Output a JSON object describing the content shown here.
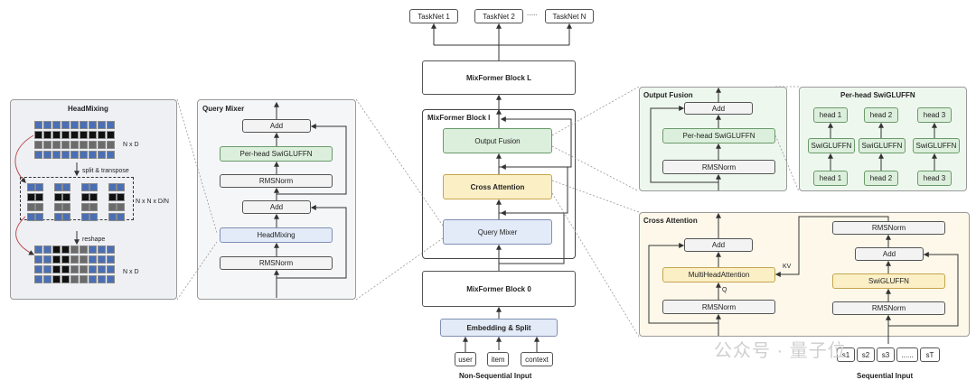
{
  "headmixing": {
    "title": "HeadMixing",
    "label_nxd_top": "N x D",
    "split_label": "split & transpose",
    "label_nxnxd": "N x N x D/N",
    "reshape_label": "reshape",
    "label_nxd_bottom": "N x D"
  },
  "query_mixer": {
    "title": "Query Mixer",
    "add_top": "Add",
    "perhead_swiglu": "Per-head SwiGLUFFN",
    "rmsnorm_top": "RMSNorm",
    "add_bottom": "Add",
    "headmixing": "HeadMixing",
    "rmsnorm_bottom": "RMSNorm"
  },
  "center": {
    "tasknets": [
      "TaskNet 1",
      "TaskNet 2",
      "TaskNet N"
    ],
    "ellipsis": "......",
    "block_l": "MixFormer Block L",
    "block_i_title": "MixFormer Block l",
    "output_fusion": "Output Fusion",
    "cross_attention": "Cross Attention",
    "query_mixer": "Query Mixer",
    "block_0": "MixFormer Block 0",
    "embedding": "Embedding & Split",
    "inputs": [
      "user",
      "item",
      "context"
    ],
    "non_seq_label": "Non-Sequential Input"
  },
  "output_fusion": {
    "title": "Output Fusion",
    "add": "Add",
    "perhead_swiglu": "Per-head SwiGLUFFN",
    "rmsnorm": "RMSNorm"
  },
  "perhead_panel": {
    "title": "Per-head SwiGLUFFN",
    "heads_top": [
      "head 1",
      "head 2",
      "head 3"
    ],
    "swiglu": [
      "SwiGLUFFN",
      "SwiGLUFFN",
      "SwiGLUFFN"
    ],
    "heads_bottom": [
      "head 1",
      "head 2",
      "head 3"
    ]
  },
  "cross_attention": {
    "title": "Cross Attention",
    "add_left": "Add",
    "mha": "MultiHeadAttention",
    "q_label": "Q",
    "kv_label": "KV",
    "rmsnorm_left": "RMSNorm",
    "rmsnorm_right_top": "RMSNorm",
    "add_right": "Add",
    "swiglu": "SwiGLUFFN",
    "rmsnorm_right_bottom": "RMSNorm"
  },
  "sequential": {
    "items": [
      "s1",
      "s2",
      "s3",
      "......",
      "sT"
    ],
    "label": "Sequential Input"
  },
  "watermark": "公众号 · 量子位",
  "colors": {
    "grid_blue": "#4a6fb5",
    "grid_black": "#111111",
    "grid_gray": "#6b6b6b",
    "green_panel": "#eef7ee",
    "blue_panel": "#eef1f8",
    "yellow_panel": "#fdf8ea",
    "gray_panel": "#eef0f4"
  }
}
